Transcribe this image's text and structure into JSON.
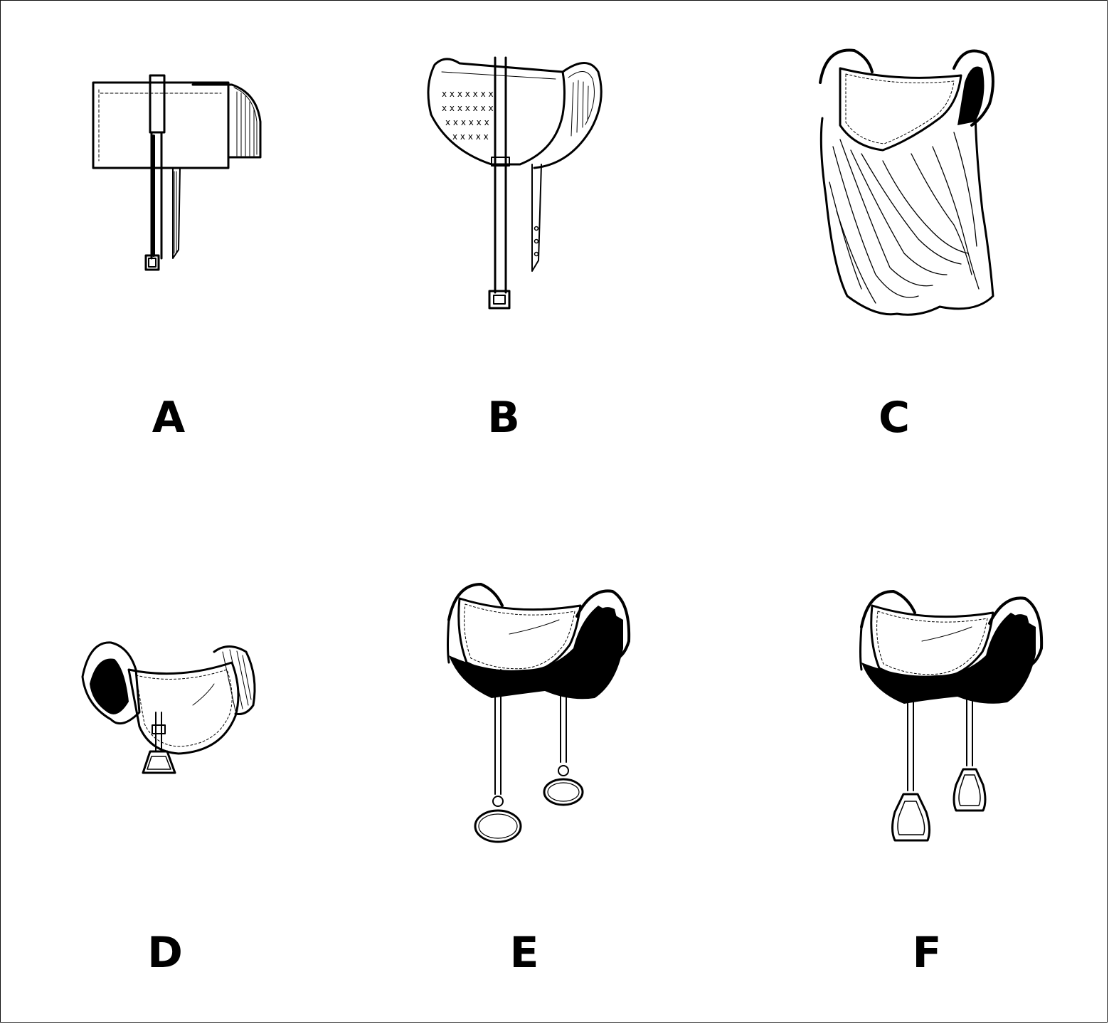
{
  "figures": [
    {
      "id": "A",
      "label": "A",
      "icon": "saddle-pad-icon"
    },
    {
      "id": "B",
      "label": "B",
      "icon": "padded-saddle-icon"
    },
    {
      "id": "C",
      "label": "C",
      "icon": "draped-saddle-cloth-icon"
    },
    {
      "id": "D",
      "label": "D",
      "icon": "saddle-single-stirrup-icon"
    },
    {
      "id": "E",
      "label": "E",
      "icon": "saddle-ring-stirrups-icon"
    },
    {
      "id": "F",
      "label": "F",
      "icon": "saddle-iron-stirrups-icon"
    }
  ],
  "colors": {
    "ink": "#000000",
    "paper": "#ffffff"
  }
}
